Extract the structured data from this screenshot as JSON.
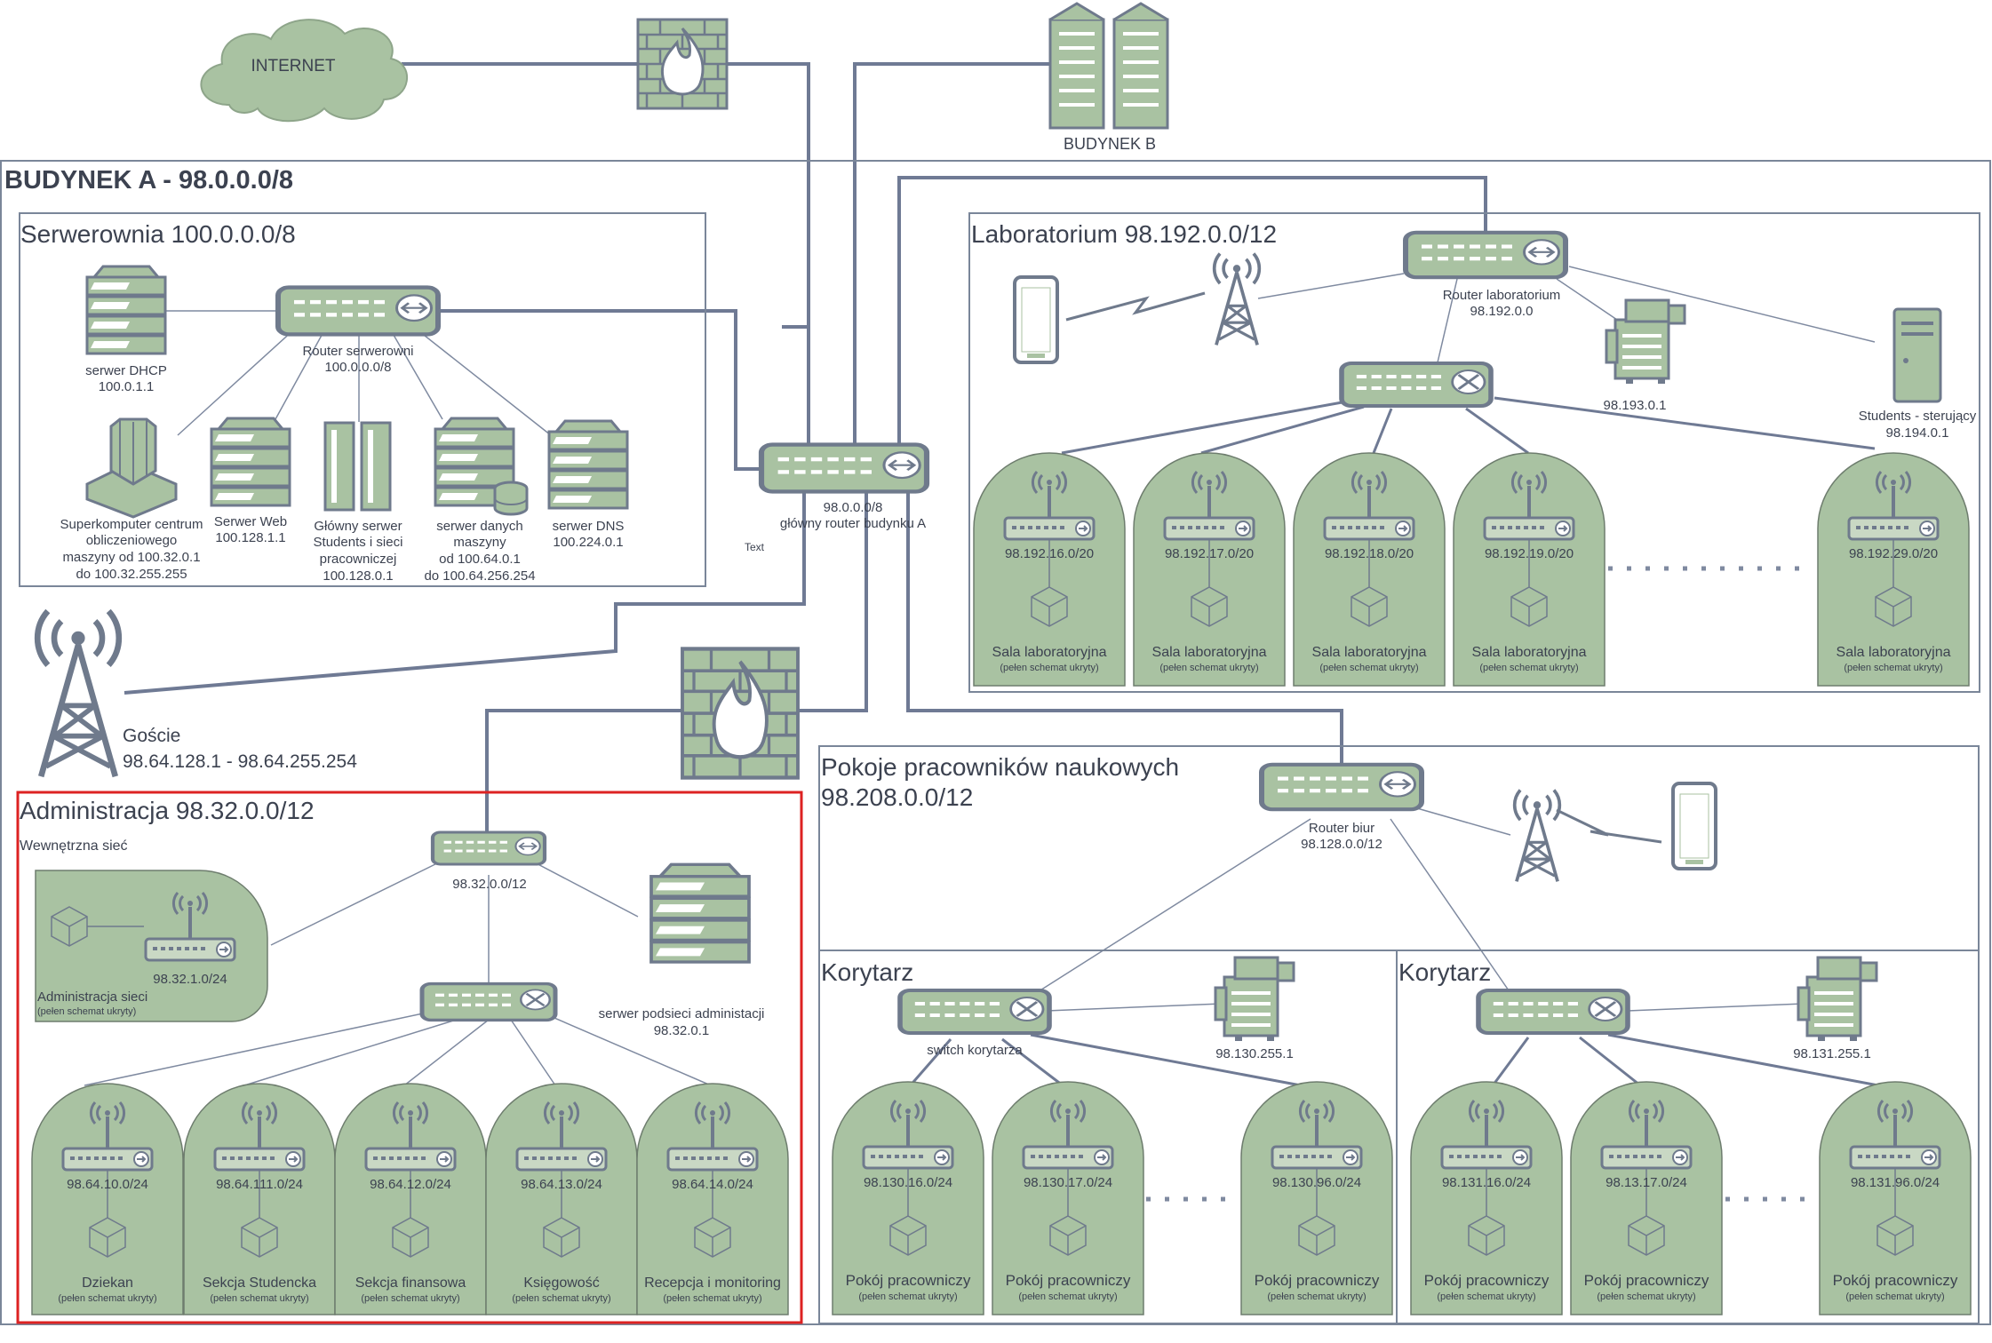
{
  "internet": {
    "label": "INTERNET"
  },
  "building_b": {
    "label": "BUDYNEK B"
  },
  "building_a": {
    "title": "BUDYNEK A - 98.0.0.0/8"
  },
  "main_router": {
    "ip": "98.0.0.0/8",
    "name": "główny router budynku A",
    "stray_text": "Text"
  },
  "server_room": {
    "title": "Serwerownia 100.0.0.0/8",
    "router": {
      "name": "Router serwerowni",
      "ip": "100.0.0.0/8"
    },
    "dhcp": {
      "name": "serwer DHCP",
      "ip": "100.0.1.1"
    },
    "supercomputer": {
      "l1": "Superkomputer centrum",
      "l2": "obliczeniowego",
      "l3": "maszyny od 100.32.0.1",
      "l4": "do 100.32.255.255"
    },
    "web": {
      "name": "Serwer Web",
      "ip": "100.128.1.1"
    },
    "main_server": {
      "l1": "Główny serwer",
      "l2": "Students i sieci",
      "l3": "pracowniczej",
      "l4": "100.128.0.1"
    },
    "data": {
      "l1": "serwer danych",
      "l2": "maszyny",
      "l3": "od 100.64.0.1",
      "l4": "do 100.64.256.254"
    },
    "dns": {
      "name": "serwer DNS",
      "ip": "100.224.0.1"
    }
  },
  "guests": {
    "name": "Goście",
    "range": "98.64.128.1 - 98.64.255.254"
  },
  "lab": {
    "title": "Laboratorium 98.192.0.0/12",
    "router": {
      "name": "Router laboratorium",
      "ip": "98.192.0.0"
    },
    "printer_ip": "98.193.0.1",
    "pc": {
      "name": "Students - sterujący",
      "ip": "98.194.0.1"
    },
    "rooms": [
      {
        "subnet": "98.192.16.0/20",
        "name": "Sala laboratoryjna",
        "note": "(pełen schemat ukryty)"
      },
      {
        "subnet": "98.192.17.0/20",
        "name": "Sala laboratoryjna",
        "note": "(pełen schemat ukryty)"
      },
      {
        "subnet": "98.192.18.0/20",
        "name": "Sala laboratoryjna",
        "note": "(pełen schemat ukryty)"
      },
      {
        "subnet": "98.192.19.0/20",
        "name": "Sala laboratoryjna",
        "note": "(pełen schemat ukryty)"
      },
      {
        "subnet": "98.192.29.0/20",
        "name": "Sala laboratoryjna",
        "note": "(pełen schemat ukryty)"
      }
    ]
  },
  "staff": {
    "title1": "Pokoje pracowników naukowych",
    "title2": "98.208.0.0/12",
    "router": {
      "name": "Router biur",
      "ip": "98.128.0.0/12"
    },
    "corridor1": {
      "title": "Korytarz",
      "switch_name": "switch korytarza",
      "printer_ip": "98.130.255.1",
      "rooms": [
        {
          "subnet": "98.130.16.0/24",
          "name": "Pokój pracowniczy",
          "note": "(pełen schemat ukryty)"
        },
        {
          "subnet": "98.130.17.0/24",
          "name": "Pokój pracowniczy",
          "note": "(pełen schemat ukryty)"
        },
        {
          "subnet": "98.130.96.0/24",
          "name": "Pokój pracowniczy",
          "note": "(pełen schemat ukryty)"
        }
      ]
    },
    "corridor2": {
      "title": "Korytarz",
      "printer_ip": "98.131.255.1",
      "rooms": [
        {
          "subnet": "98.131.16.0/24",
          "name": "Pokój pracowniczy",
          "note": "(pełen schemat ukryty)"
        },
        {
          "subnet": "98.13.17.0/24",
          "name": "Pokój pracowniczy",
          "note": "(pełen schemat ukryty)"
        },
        {
          "subnet": "98.131.96.0/24",
          "name": "Pokój pracowniczy",
          "note": "(pełen schemat ukryty)"
        }
      ]
    }
  },
  "admin": {
    "title": "Administracja 98.32.0.0/12",
    "subtitle": "Wewnętrzna sieć",
    "router_ip": "98.32.0.0/12",
    "net_admin": {
      "subnet": "98.32.1.0/24",
      "name": "Administracja sieci",
      "note": "(pełen schemat ukryty)"
    },
    "server": {
      "name": "serwer podsieci administacji",
      "ip": "98.32.0.1"
    },
    "rooms": [
      {
        "subnet": "98.64.10.0/24",
        "name": "Dziekan",
        "note": "(pełen schemat ukryty)"
      },
      {
        "subnet": "98.64.111.0/24",
        "name": "Sekcja Studencka",
        "note": "(pełen schemat ukryty)"
      },
      {
        "subnet": "98.64.12.0/24",
        "name": "Sekcja finansowa",
        "note": "(pełen schemat ukryty)"
      },
      {
        "subnet": "98.64.13.0/24",
        "name": "Księgowość",
        "note": "(pełen schemat ukryty)"
      },
      {
        "subnet": "98.64.14.0/24",
        "name": "Recepcja i monitoring",
        "note": "(pełen schemat ukryty)"
      }
    ]
  }
}
